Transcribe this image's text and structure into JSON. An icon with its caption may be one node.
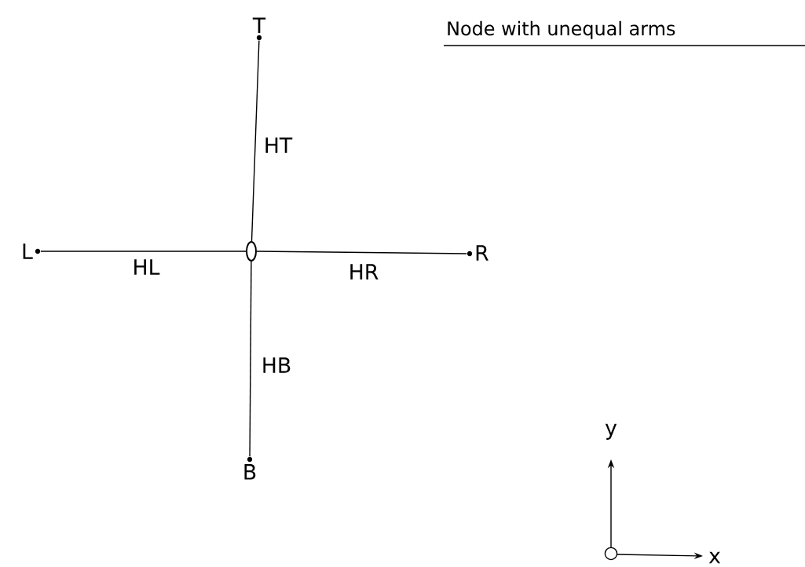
{
  "diagram": {
    "title": "Node with unequal arms",
    "nodes": [
      {
        "text": [],
        "shape": "circle"
      },
      {
        "text": [
          "T"
        ]
      },
      {
        "text": [
          "L"
        ]
      },
      {
        "text": [
          "R"
        ]
      },
      {
        "text": [
          "B"
        ]
      }
    ],
    "edges": [
      {
        "from": 0,
        "to": 1,
        "arrow": "none",
        "label": "HT"
      },
      {
        "from": 0,
        "to": 2,
        "arrow": "none",
        "label": "HL"
      },
      {
        "from": 0,
        "to": 3,
        "arrow": "none",
        "label": "HR"
      },
      {
        "from": 0,
        "to": 4,
        "arrow": "none",
        "label": "HB"
      }
    ],
    "labels": [
      "y",
      "x"
    ]
  }
}
